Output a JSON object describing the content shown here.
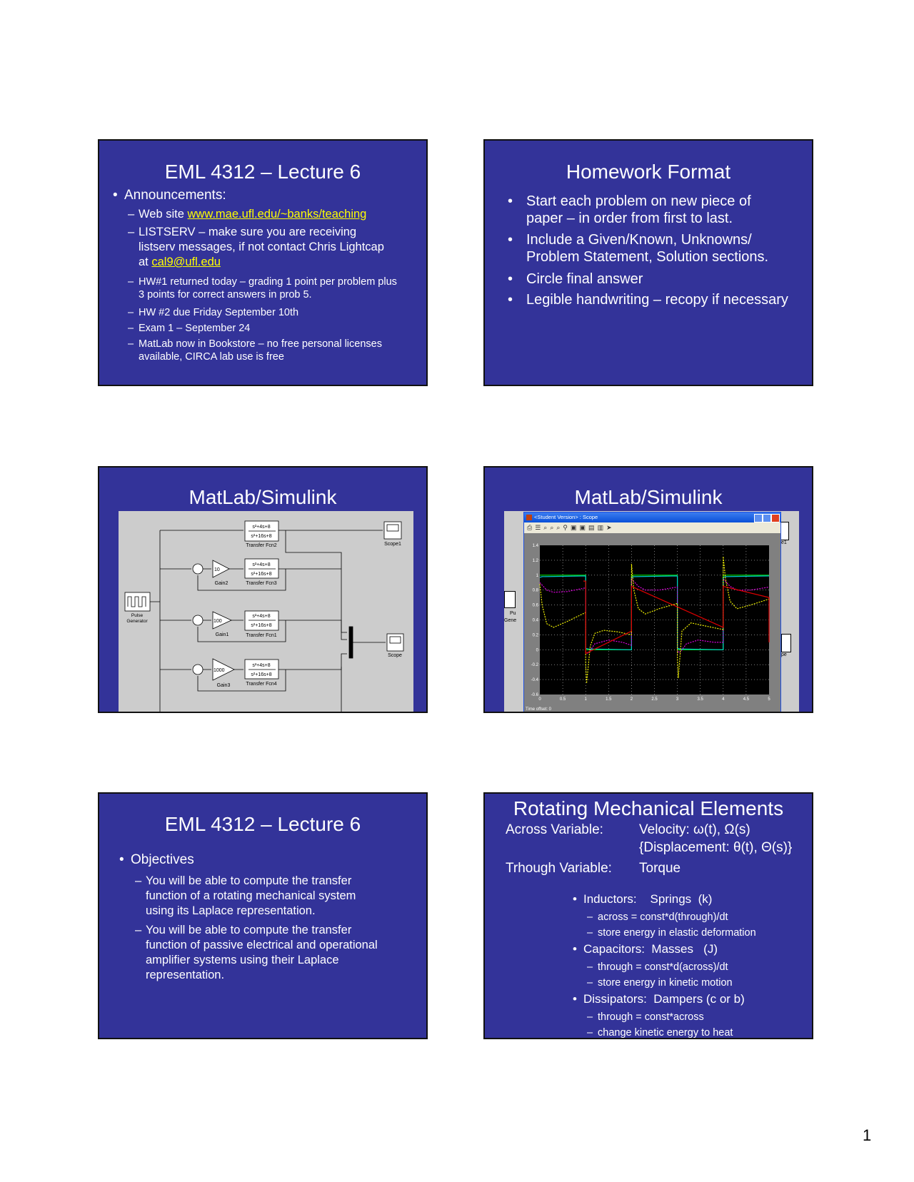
{
  "slide1": {
    "title": "EML 4312 – Lecture 6",
    "heading": "Announcements:",
    "web_prefix": "Web site ",
    "web_link": "www.mae.ufl.edu/~banks/teaching",
    "listserv_line1": "LISTSERV – make sure you are receiving",
    "listserv_line2": "listserv messages, if not contact Chris Lightcap",
    "listserv_at": "at ",
    "email": "cal9@ufl.edu",
    "items": [
      "HW#1 returned today – grading 1 point per problem plus",
      "3 points for correct answers in prob 5.",
      "HW #2 due Friday September 10th",
      "Exam 1 – September 24",
      "MatLab now in Bookstore – no free personal licenses",
      "available, CIRCA lab use is free"
    ]
  },
  "slide2": {
    "title": "Homework Format",
    "bullets": [
      "Start each problem on new piece of paper – in order from first to last.",
      "Include a Given/Known, Unknowns/ Problem Statement, Solution sections.",
      "Circle final answer",
      "Legible handwriting – recopy if necessary"
    ]
  },
  "slide3": {
    "title": "MatLab/Simulink",
    "tf_num": "s²+4s+8",
    "tf_den": "s²+16s+8",
    "blocks": {
      "tf2": "Transfer Fcn2",
      "tf3": "Transfer Fcn3",
      "tf1": "Transfer Fcn1",
      "tf4": "Transfer Fcn4",
      "gain2": "Gain2",
      "gain1": "Gain1",
      "gain3": "Gain3",
      "g2v": "10",
      "g1v": "100",
      "g3v": "1000",
      "pulse1": "Pulse",
      "pulse2": "Generator",
      "scope1": "Scope1",
      "scope": "Scope",
      "plus": "+",
      "minus": "-"
    }
  },
  "slide4": {
    "title": "MatLab/Simulink",
    "window_title": "<Student Version> : Scope",
    "time_offset": "Time offset:  0",
    "partial_labels": {
      "pu": "Pu",
      "gen": "Gene",
      "s1": "e1",
      "s": "pe"
    }
  },
  "chart_data": {
    "type": "line",
    "xlim": [
      0,
      5
    ],
    "ylim": [
      -0.6,
      1.4
    ],
    "xticks": [
      "0",
      "0.5",
      "1",
      "1.5",
      "2",
      "2.5",
      "3",
      "3.5",
      "4",
      "4.5",
      "5"
    ],
    "yticks": [
      "1.4",
      "1.2",
      "1",
      "0.8",
      "0.6",
      "0.4",
      "0.2",
      "0",
      "-0.2",
      "-0.4",
      "-0.6"
    ],
    "grid": true,
    "background": "#000000",
    "series": [
      {
        "color": "#00dd00",
        "points": [
          [
            0,
            1
          ],
          [
            1,
            1
          ],
          [
            1,
            0
          ],
          [
            2,
            0
          ],
          [
            2,
            1
          ],
          [
            3,
            1
          ],
          [
            3,
            0
          ],
          [
            4,
            0
          ],
          [
            4,
            1
          ],
          [
            5,
            1
          ]
        ]
      },
      {
        "color": "#00cccc",
        "points": [
          [
            0,
            0.97
          ],
          [
            0.05,
            0.98
          ],
          [
            1,
            0.99
          ],
          [
            1,
            0.02
          ],
          [
            1.05,
            0.01
          ],
          [
            2,
            0
          ],
          [
            2,
            0.97
          ],
          [
            2.05,
            0.98
          ],
          [
            3,
            0.99
          ],
          [
            3,
            0.02
          ],
          [
            3.05,
            0.01
          ],
          [
            4,
            0
          ],
          [
            4,
            0.97
          ],
          [
            4.05,
            0.98
          ],
          [
            5,
            0.99
          ]
        ]
      },
      {
        "color": "#dd00dd",
        "points": [
          [
            0,
            0.9
          ],
          [
            0.15,
            0.8
          ],
          [
            0.3,
            0.77
          ],
          [
            0.6,
            0.78
          ],
          [
            1,
            0.83
          ],
          [
            1,
            -0.02
          ],
          [
            1.05,
            -0.05
          ],
          [
            1.2,
            0.08
          ],
          [
            1.5,
            0.13
          ],
          [
            1.8,
            0.1
          ],
          [
            2,
            0.06
          ],
          [
            2,
            0.95
          ],
          [
            2.15,
            0.85
          ],
          [
            2.3,
            0.8
          ],
          [
            2.6,
            0.8
          ],
          [
            3,
            0.84
          ],
          [
            3,
            -0.02
          ],
          [
            3.05,
            -0.04
          ],
          [
            3.2,
            0.08
          ],
          [
            3.45,
            0.13
          ],
          [
            3.8,
            0.1
          ],
          [
            4,
            0.1
          ],
          [
            4,
            0.95
          ],
          [
            4.15,
            0.85
          ],
          [
            4.3,
            0.8
          ],
          [
            4.6,
            0.8
          ],
          [
            5,
            0.84
          ]
        ]
      },
      {
        "color": "#eeee00",
        "points": [
          [
            0,
            0.88
          ],
          [
            0.05,
            0.6
          ],
          [
            0.15,
            0.35
          ],
          [
            0.3,
            0.3
          ],
          [
            0.6,
            0.38
          ],
          [
            1,
            0.5
          ],
          [
            1,
            -0.2
          ],
          [
            1.02,
            -0.45
          ],
          [
            1.1,
            0.05
          ],
          [
            1.2,
            0.22
          ],
          [
            1.4,
            0.26
          ],
          [
            1.7,
            0.24
          ],
          [
            2,
            0.2
          ],
          [
            2,
            1.15
          ],
          [
            2.05,
            0.8
          ],
          [
            2.15,
            0.55
          ],
          [
            2.3,
            0.48
          ],
          [
            2.6,
            0.55
          ],
          [
            3,
            0.62
          ],
          [
            3,
            -0.1
          ],
          [
            3.02,
            -0.38
          ],
          [
            3.1,
            0.25
          ],
          [
            3.3,
            0.36
          ],
          [
            3.6,
            0.32
          ],
          [
            4,
            0.27
          ],
          [
            4,
            1.25
          ],
          [
            4.05,
            0.95
          ],
          [
            4.15,
            0.65
          ],
          [
            4.3,
            0.55
          ],
          [
            4.6,
            0.6
          ],
          [
            5,
            0.68
          ]
        ]
      },
      {
        "color": "#dd0000",
        "points": [
          [
            0.95,
            0.92
          ],
          [
            1,
            0.92
          ],
          [
            1,
            -0.05
          ],
          [
            2,
            0.25
          ],
          [
            2,
            0.85
          ],
          [
            4,
            0.3
          ],
          [
            4,
            0.85
          ],
          [
            5,
            0.7
          ],
          [
            5,
            0.1
          ]
        ]
      }
    ]
  },
  "slide5": {
    "title": "EML 4312 – Lecture 6",
    "heading": "Objectives",
    "items": [
      [
        "You will be able to compute the transfer",
        "function of a rotating mechanical system",
        "using its Laplace representation."
      ],
      [
        "You will be able to compute the transfer",
        "function of passive electrical and operational",
        "amplifier systems using their Laplace",
        "representation."
      ]
    ]
  },
  "slide6": {
    "title": "Rotating Mechanical Elements",
    "across_label": "Across Variable:",
    "across_value1": "Velocity: ω(t), Ω(s)",
    "across_value2": "{Displacement: θ(t), Θ(s)}",
    "through_label": "Trhough Variable:",
    "through_value": "Torque",
    "groups": [
      {
        "head": "Inductors:    Springs  (k)",
        "subs": [
          "across = const*d(through)/dt",
          "store energy in elastic deformation"
        ]
      },
      {
        "head": "Capacitors:  Masses   (J)",
        "subs": [
          "through = const*d(across)/dt",
          "store energy in kinetic motion"
        ]
      },
      {
        "head": "Dissipators:  Dampers (c or b)",
        "subs": [
          "through = const*across",
          "change kinetic energy to heat"
        ]
      }
    ]
  },
  "page_number": "1",
  "colors": {
    "slide_bg": "#333399",
    "link": "#ffff00",
    "panel": "#cccccc"
  }
}
